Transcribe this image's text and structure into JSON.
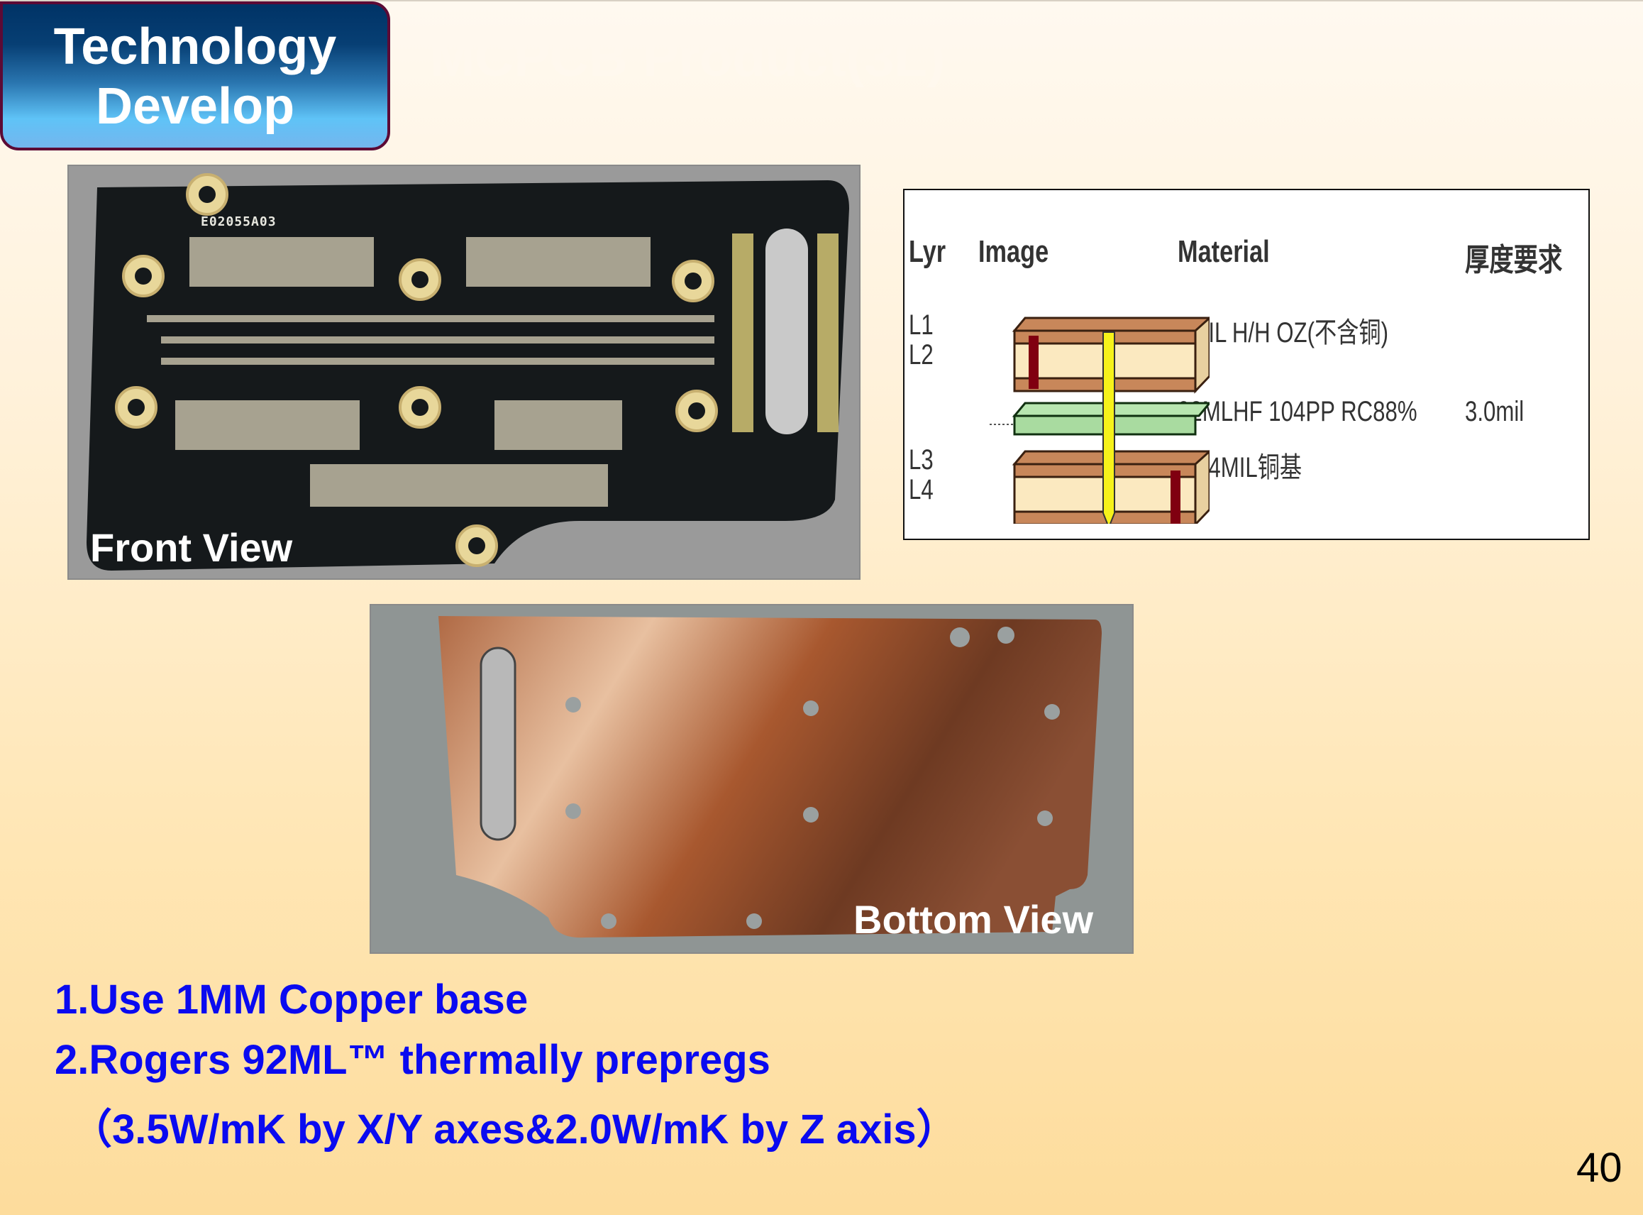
{
  "header": {
    "section_badge": [
      "Technology",
      "Develop"
    ],
    "title": "MCPCB  Product(3L)"
  },
  "front_photo": {
    "caption": "Front View",
    "board_marking": "E02055A03"
  },
  "bottom_photo": {
    "caption": "Bottom View"
  },
  "stackup": {
    "headers": {
      "layer": "Lyr",
      "image": "Image",
      "material": "Material",
      "thickness": "厚度要求"
    },
    "rows": [
      {
        "layers": [
          "L1",
          "L2"
        ],
        "material": "3MIL H/H OZ(不含铜)"
      },
      {
        "layers": [],
        "material": "92MLHF 104PP RC88%",
        "thickness": "3.0mil"
      },
      {
        "layers": [
          "L3",
          "L4"
        ],
        "material": "39.4MIL铜基"
      }
    ]
  },
  "notes": [
    "1.Use  1MM Copper base",
    "2.Rogers 92ML™ thermally prepregs",
    "（3.5W/mK by X/Y axes&2.0W/mK by Z axis）"
  ],
  "page_number": "40",
  "colors": {
    "note_text": "#0a0af0",
    "badge_top": "#003366",
    "badge_bottom": "#5fc3f7"
  }
}
